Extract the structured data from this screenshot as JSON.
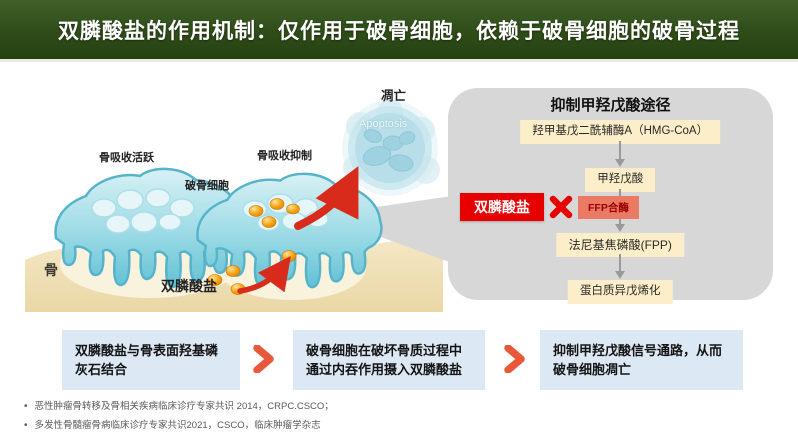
{
  "header": {
    "title": "双膦酸盐的作用机制：仅作用于破骨细胞，依赖于破骨细胞的破骨过程"
  },
  "diagram": {
    "labels": {
      "active": "骨吸收活跃",
      "osteoclast": "破骨细胞",
      "inhibited": "骨吸收抑制",
      "apoptosis_cn": "凋亡",
      "apoptosis_en": "Apoptosis",
      "bone": "骨",
      "bisphosphonate": "双膦酸盐"
    }
  },
  "pathway": {
    "title": "抑制甲羟戊酸途径",
    "steps": [
      "羟甲基戊二酰辅酶A（HMG-CoA）",
      "甲羟戊酸",
      "法尼基焦磷酸(FPP)",
      "蛋白质异戊烯化"
    ],
    "inhibitor_label": "双膦酸盐",
    "enzyme_label": "FFP合酶"
  },
  "process": {
    "steps": [
      "双膦酸盐与骨表面羟基磷灰石结合",
      "破骨细胞在破坏骨质过程中通过内吞作用摄入双膦酸盐",
      "抑制甲羟戊酸信号通路，从而破骨细胞凋亡"
    ]
  },
  "references": [
    "恶性肿瘤骨转移及骨相关疾病临床诊疗专家共识 2014，CRPC.CSCO；",
    "多发性骨髓瘤骨病临床诊疗专家共识2021，CSCO，临床肿瘤学杂志"
  ],
  "icons": {
    "block": "x-mark",
    "flow_connector": "arrow-down",
    "step_separator": "chevron-right",
    "reference_bullet": "•"
  },
  "colors": {
    "header_green": "#31501B",
    "accent_red": "#E60000",
    "enzyme_salmon": "#EA7A63",
    "panel_gray": "#D7D7D7",
    "node_cream": "#FBEEC8",
    "step_blue": "#DCE8F4",
    "chevron_orange": "#E8593B",
    "bone_tan": "#F0E0BA",
    "cell_blue": "#7FD0DF"
  }
}
